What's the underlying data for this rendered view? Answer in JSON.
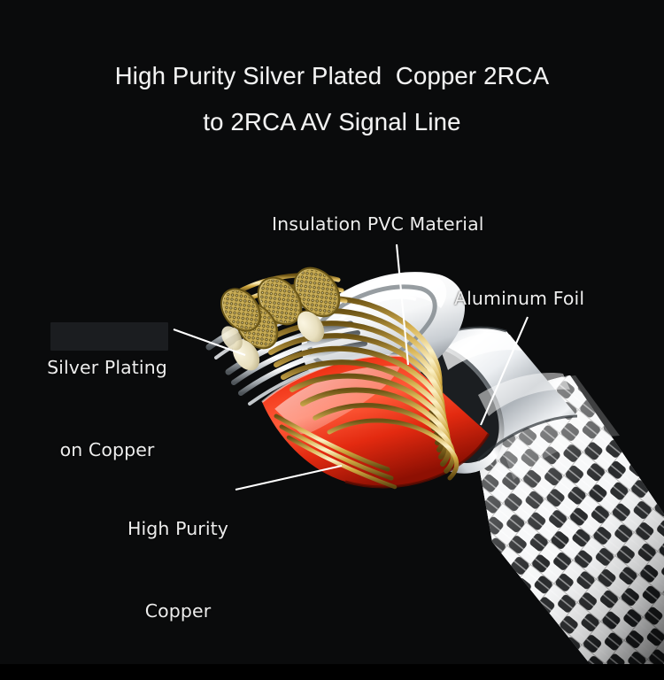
{
  "background_color": "#0a0b0c",
  "title": {
    "line1": "High Purity Silver Plated  Copper 2RCA",
    "line2": "to 2RCA AV Signal Line",
    "color": "#f4f4f4"
  },
  "callouts": [
    {
      "key": "insulation",
      "label": "Insulation PVC Material",
      "leader_from": [
        448,
        276
      ],
      "leader_to": [
        461,
        412
      ]
    },
    {
      "key": "aluminum_foil",
      "label": "Aluminum Foil",
      "leader_from": [
        596,
        358
      ],
      "leader_to": [
        543,
        480
      ]
    },
    {
      "key": "silver_plating",
      "label_line1": "Silver Plating",
      "label_line2": "on Copper",
      "leader_from": [
        196,
        372
      ],
      "leader_to": [
        277,
        401
      ]
    },
    {
      "key": "high_purity_copper",
      "label_line1": "High Purity",
      "label_line2": "Copper",
      "leader_from": [
        266,
        553
      ],
      "leader_to": [
        386,
        526
      ]
    }
  ],
  "cable": {
    "layers": [
      {
        "name": "braided-nylon-sleeve",
        "colors": [
          "#ffffff",
          "#101012"
        ]
      },
      {
        "name": "aluminum-foil-shield",
        "colors": [
          "#f2f4f6",
          "#6e7479",
          "#babfc4"
        ]
      },
      {
        "name": "pvc-insulation-jacket",
        "colors": [
          "#f5f6f7",
          "#9aa0a5"
        ]
      },
      {
        "name": "red-pvc-core",
        "colors": [
          "#ef2a14",
          "#ff6a4d",
          "#a81405"
        ]
      },
      {
        "name": "copper-conductor-strands",
        "colors": [
          "#e8c24a",
          "#f6e6a8",
          "#8a6a18"
        ]
      },
      {
        "name": "silver-plated-strands",
        "colors": [
          "#f4f6f8",
          "#8d9398"
        ]
      },
      {
        "name": "wire-bundle-cross-section",
        "colors": [
          "#d9c06a",
          "#6d5a1c",
          "#efe6c0"
        ]
      }
    ],
    "axis_angle_deg": 39
  },
  "leader_line_color": "#ffffff"
}
